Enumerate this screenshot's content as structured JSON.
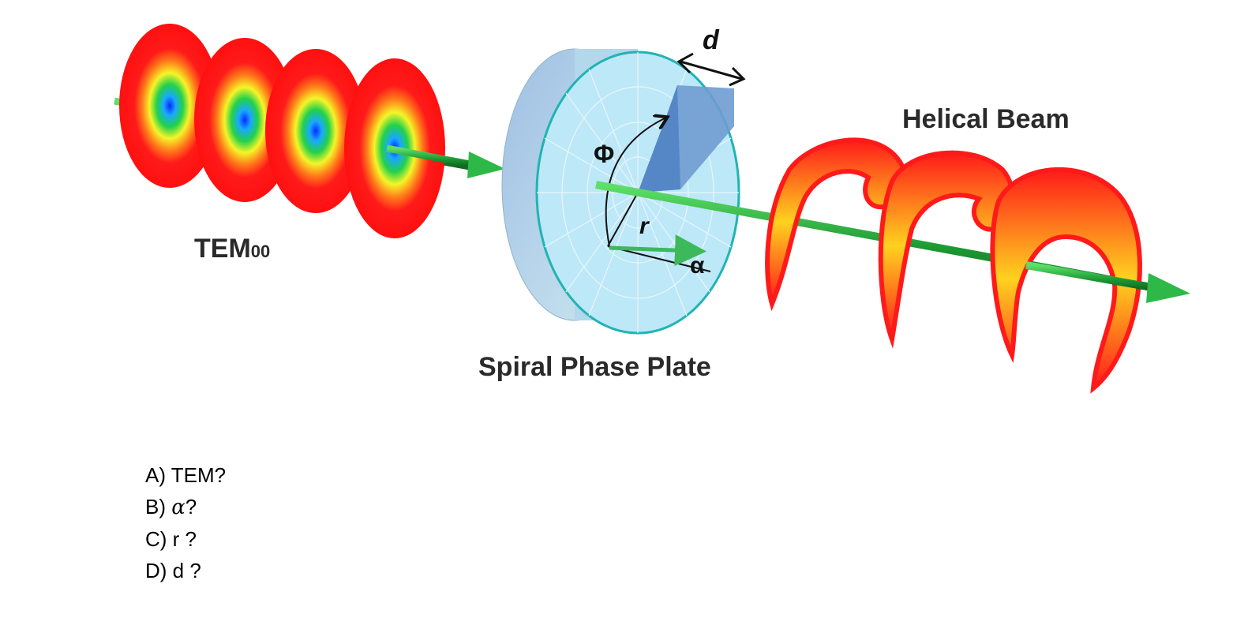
{
  "diagram": {
    "labels": {
      "input_beam": "TEM",
      "input_beam_subscript": "00",
      "plate": "Spiral Phase Plate",
      "output_beam": "Helical Beam",
      "step_height": "d",
      "azimuth": "Φ",
      "radius": "r",
      "refractive": "α"
    },
    "colors": {
      "beam_outer": "#ff1a1a",
      "beam_ring_yellow": "#ffff33",
      "beam_ring_green": "#22cc44",
      "beam_core_blue": "#1a55ff",
      "helix_yellow": "#fff22e",
      "axis_arrow": "#22a83a",
      "plate_face": "#b9e6f7",
      "plate_edge": "#9ccde3",
      "plate_step": "#6f9bd0",
      "plate_outline": "#21b3b3"
    }
  },
  "options": [
    {
      "letter": "A)",
      "text": " TEM?"
    },
    {
      "letter": "B)",
      "symbol": "α",
      "text": "?"
    },
    {
      "letter": "C)",
      "text": " r ?"
    },
    {
      "letter": "D)",
      "text": " d ?"
    }
  ]
}
